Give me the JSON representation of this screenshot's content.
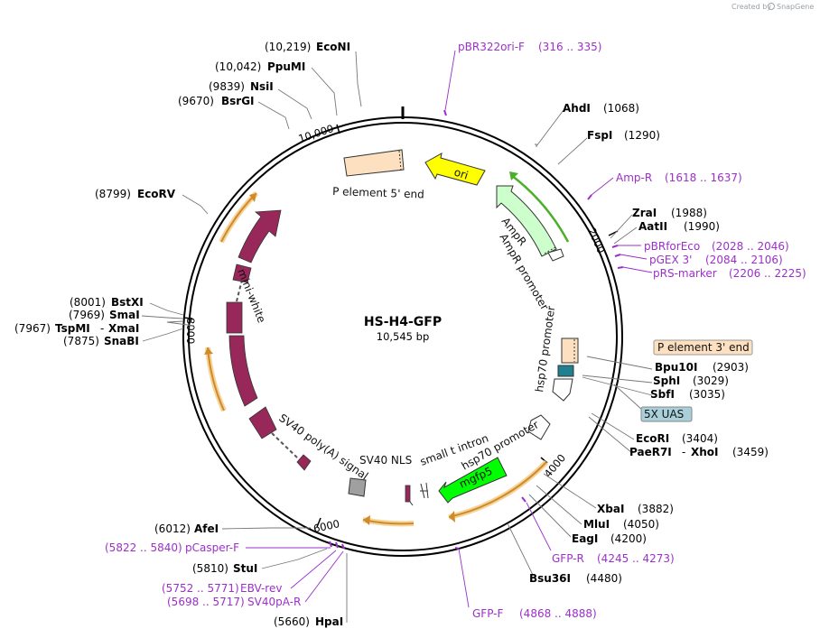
{
  "credit": {
    "prefix": "Created by",
    "brand": "SnapGene"
  },
  "plasmid": {
    "name": "HS-H4-GFP",
    "length": "10,545 bp"
  },
  "ticks": [
    "2000",
    "4000",
    "6000",
    "8000",
    "10,000"
  ],
  "sites_left": [
    {
      "pos": "(10,219)",
      "name": "EcoNI"
    },
    {
      "pos": "(10,042)",
      "name": "PpuMI"
    },
    {
      "pos": "(9839)",
      "name": "NsiI"
    },
    {
      "pos": "(9670)",
      "name": "BsrGI"
    },
    {
      "pos": "(8799)",
      "name": "EcoRV"
    },
    {
      "pos": "(8001)",
      "name": "BstXI"
    },
    {
      "pos": "(7969)",
      "name": "SmaI"
    },
    {
      "pos": "(7967)",
      "name": "TspMI",
      "name2": "XmaI"
    },
    {
      "pos": "(7875)",
      "name": "SnaBI"
    },
    {
      "pos": "(6012)",
      "name": "AfeI"
    },
    {
      "pos": "(5810)",
      "name": "StuI"
    },
    {
      "pos": "(5660)",
      "name": "HpaI"
    }
  ],
  "sites_right": [
    {
      "name": "AhdI",
      "pos": "(1068)"
    },
    {
      "name": "FspI",
      "pos": "(1290)"
    },
    {
      "name": "ZraI",
      "pos": "(1988)"
    },
    {
      "name": "AatII",
      "pos": "(1990)"
    },
    {
      "name": "Bpu10I",
      "pos": "(2903)"
    },
    {
      "name": "SphI",
      "pos": "(3029)"
    },
    {
      "name": "SbfI",
      "pos": "(3035)"
    },
    {
      "name": "EcoRI",
      "pos": "(3404)"
    },
    {
      "name": "PaeR7I",
      "name2": "XhoI",
      "pos": "(3459)"
    },
    {
      "name": "XbaI",
      "pos": "(3882)"
    },
    {
      "name": "MluI",
      "pos": "(4050)"
    },
    {
      "name": "EagI",
      "pos": "(4200)"
    },
    {
      "name": "Bsu36I",
      "pos": "(4480)"
    }
  ],
  "primers": [
    {
      "name": "pBR322ori-F",
      "range": "(316 .. 335)"
    },
    {
      "name": "Amp-R",
      "range": "(1618 .. 1637)"
    },
    {
      "name": "pBRforEco",
      "range": "(2028 .. 2046)"
    },
    {
      "name": "pGEX 3'",
      "range": "(2084 .. 2106)"
    },
    {
      "name": "pRS-marker",
      "range": "(2206 .. 2225)"
    },
    {
      "name": "GFP-R",
      "range": "(4245 .. 4273)"
    },
    {
      "name": "GFP-F",
      "range": "(4868 .. 4888)"
    },
    {
      "name": "pCasper-F",
      "range": "(5822 .. 5840)"
    },
    {
      "name": "EBV-rev",
      "range": "(5752 .. 5771)"
    },
    {
      "name": "SV40pA-R",
      "range": "(5698 .. 5717)"
    }
  ],
  "boxed_features": [
    {
      "name": "P element 3' end",
      "color": "#fde0c0"
    },
    {
      "name": "5X UAS",
      "color": "#a9cfd8"
    }
  ],
  "features": {
    "p5": "P element 5' end",
    "ori": "ori",
    "ampr": "AmpR",
    "ampr_promoter": "AmpR promoter",
    "hsp70_promoter_right": "hsp70 promoter",
    "hsp70_promoter_bottom": "hsp70 promoter",
    "small_t_intron": "small t intron",
    "mgfp5": "mgfp5",
    "sv40_nls": "SV40 NLS",
    "sv40_polya": "SV40 poly(A) signal",
    "mini_white": "mini-white"
  },
  "colors": {
    "ori": "#ffff00",
    "ampr": "#ccffcc",
    "mgfp5": "#00ff00",
    "mini_white": "#99285a",
    "p_element": "#fde0c0",
    "uas": "#a9cfd8",
    "primer": "#9b30c8",
    "orange_arc": "#f5a623",
    "green_arc": "#4caf2a",
    "nls": "#a0a0a0",
    "hsp_marker": "#21808f"
  }
}
